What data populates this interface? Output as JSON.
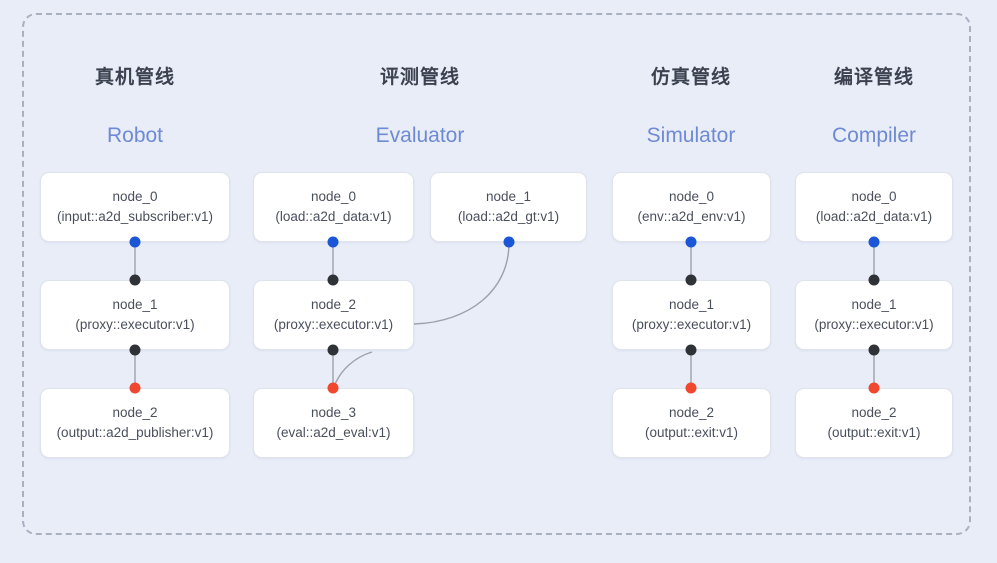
{
  "diagram": {
    "title_cn_group": "",
    "background_color": "#e8edf8",
    "frame_style": "dashed",
    "frame_color": "#a9b0c0"
  },
  "port_colors": {
    "input": "#1a56d6",
    "middle": "#2f3236",
    "output": "#f0482f"
  },
  "columns": [
    {
      "key": "robot",
      "title_cn": "真机管线",
      "title_en": "Robot",
      "nodes": [
        {
          "id": "node_0",
          "type": "(input::a2d_subscriber:v1)"
        },
        {
          "id": "node_1",
          "type": "(proxy::executor:v1)"
        },
        {
          "id": "node_2",
          "type": "(output::a2d_publisher:v1)"
        }
      ]
    },
    {
      "key": "evaluator",
      "title_cn": "评测管线",
      "title_en": "Evaluator",
      "nodes": [
        {
          "id": "node_0",
          "type": "(load::a2d_data:v1)"
        },
        {
          "id": "node_1",
          "type": "(load::a2d_gt:v1)"
        },
        {
          "id": "node_2",
          "type": "(proxy::executor:v1)"
        },
        {
          "id": "node_3",
          "type": "(eval::a2d_eval:v1)"
        }
      ]
    },
    {
      "key": "simulator",
      "title_cn": "仿真管线",
      "title_en": "Simulator",
      "nodes": [
        {
          "id": "node_0",
          "type": "(env::a2d_env:v1)"
        },
        {
          "id": "node_1",
          "type": "(proxy::executor:v1)"
        },
        {
          "id": "node_2",
          "type": "(output::exit:v1)"
        }
      ]
    },
    {
      "key": "compiler",
      "title_cn": "编译管线",
      "title_en": "Compiler",
      "nodes": [
        {
          "id": "node_0",
          "type": "(load::a2d_data:v1)"
        },
        {
          "id": "node_1",
          "type": "(proxy::executor:v1)"
        },
        {
          "id": "node_2",
          "type": "(output::exit:v1)"
        }
      ]
    }
  ]
}
